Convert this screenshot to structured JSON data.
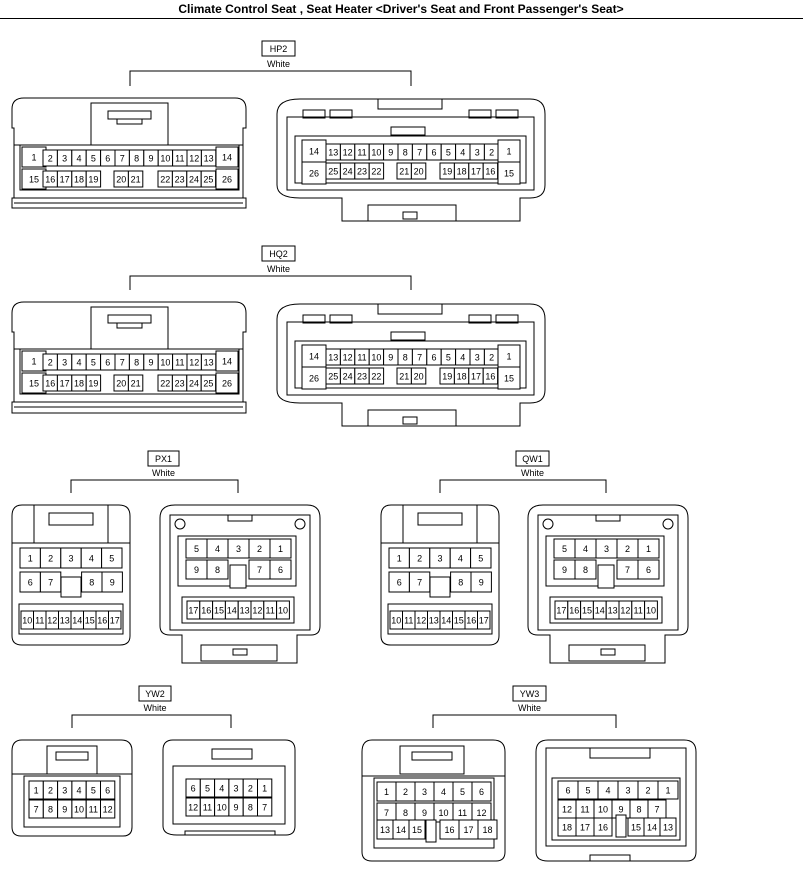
{
  "title": "Climate Control Seat , Seat Heater <Driver's Seat and Front Passenger's Seat>",
  "connectors": [
    {
      "id": "HP2",
      "color": "White"
    },
    {
      "id": "HQ2",
      "color": "White"
    },
    {
      "id": "PX1",
      "color": "White"
    },
    {
      "id": "QW1",
      "color": "White"
    },
    {
      "id": "YW2",
      "color": "White"
    },
    {
      "id": "YW3",
      "color": "White"
    }
  ],
  "pin_layouts": {
    "p26_male": {
      "row1": [
        "1",
        "2",
        "3",
        "4",
        "5",
        "6",
        "7",
        "8",
        "9",
        "10",
        "11",
        "12",
        "13",
        "14"
      ],
      "row2": [
        "15",
        "16",
        "17",
        "18",
        "19",
        "20",
        "21",
        "22",
        "23",
        "24",
        "25",
        "26"
      ]
    },
    "p26_female": {
      "row1": [
        "14",
        "13",
        "12",
        "11",
        "10",
        "9",
        "8",
        "7",
        "6",
        "5",
        "4",
        "3",
        "2",
        "1"
      ],
      "row2": [
        "26",
        "25",
        "24",
        "23",
        "22",
        "21",
        "20",
        "19",
        "18",
        "17",
        "16",
        "15"
      ]
    },
    "p17_male": {
      "row1": [
        "1",
        "2",
        "3",
        "4",
        "5"
      ],
      "row2": [
        "6",
        "7",
        "8",
        "9"
      ],
      "row3": [
        "10",
        "11",
        "12",
        "13",
        "14",
        "15",
        "16",
        "17"
      ]
    },
    "p17_female": {
      "row1": [
        "5",
        "4",
        "3",
        "2",
        "1"
      ],
      "row2": [
        "9",
        "8",
        "7",
        "6"
      ],
      "row3": [
        "17",
        "16",
        "15",
        "14",
        "13",
        "12",
        "11",
        "10"
      ]
    },
    "p12_male": {
      "row1": [
        "1",
        "2",
        "3",
        "4",
        "5",
        "6"
      ],
      "row2": [
        "7",
        "8",
        "9",
        "10",
        "11",
        "12"
      ]
    },
    "p12_female": {
      "row1": [
        "6",
        "5",
        "4",
        "3",
        "2",
        "1"
      ],
      "row2": [
        "12",
        "11",
        "10",
        "9",
        "8",
        "7"
      ]
    },
    "p18_male": {
      "row1": [
        "1",
        "2",
        "3",
        "4",
        "5",
        "6"
      ],
      "row2": [
        "7",
        "8",
        "9",
        "10",
        "11",
        "12"
      ],
      "row3": [
        "13",
        "14",
        "15",
        "16",
        "17",
        "18"
      ]
    },
    "p18_female": {
      "row1": [
        "6",
        "5",
        "4",
        "3",
        "2",
        "1"
      ],
      "row2": [
        "12",
        "11",
        "10",
        "9",
        "8",
        "7"
      ],
      "row3": [
        "18",
        "17",
        "16",
        "15",
        "14",
        "13"
      ]
    }
  }
}
